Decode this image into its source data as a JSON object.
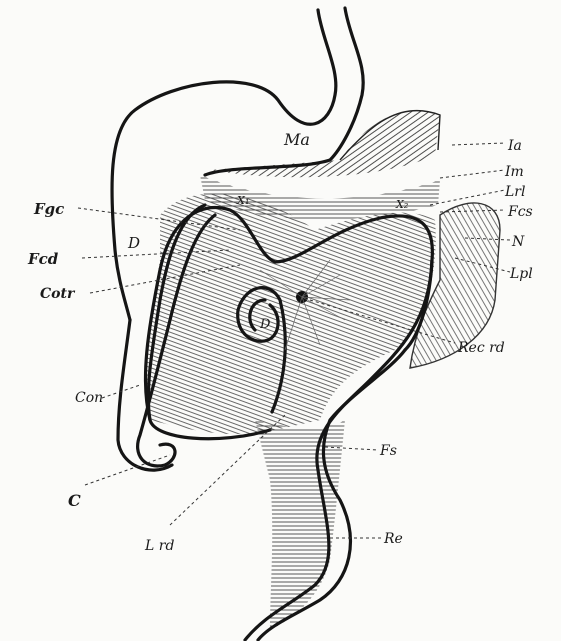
{
  "figure": {
    "labels": {
      "ma": "Ma",
      "ia": "Ia",
      "im": "Im",
      "lrl": "Lrl",
      "fcs": "Fcs",
      "n": "N",
      "lpl": "Lpl",
      "fgc": "Fgc",
      "fcd": "Fcd",
      "cotr": "Cotr",
      "d_outer": "D",
      "d_inner": "D",
      "x1": "X₁",
      "x2": "X₂",
      "rec_rd": "Rec rd",
      "con": "Con",
      "fs": "Fs",
      "c": "C",
      "lrd": "L rd",
      "re": "Re"
    },
    "colors": {
      "ink": "#151515",
      "paper": "#fbfbf9",
      "hatch": "#3a3a3a"
    }
  }
}
